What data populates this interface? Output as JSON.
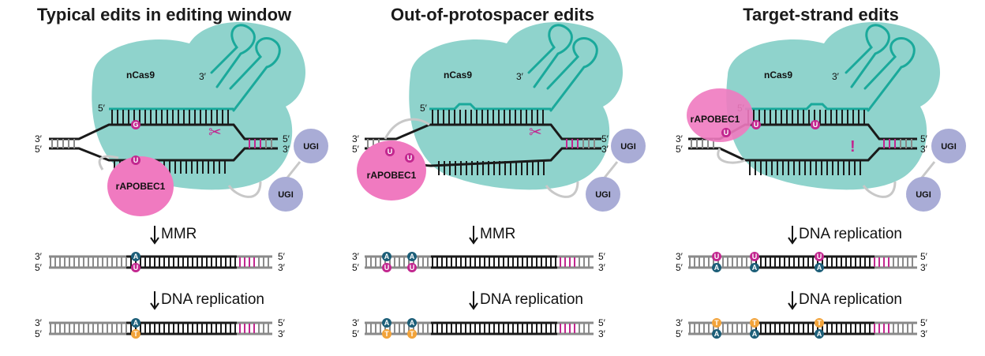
{
  "colors": {
    "cas9": "#8fd3cc",
    "rna": "#1aa99b",
    "apobec": "#f07ac0",
    "ugi": "#a9acd6",
    "magenta": "#c2278f",
    "teal_base": "#1c5e78",
    "orange_base": "#f2a33a",
    "strand_dark": "#1a1a1a",
    "strand_gray": "#8a8a8a"
  },
  "panels": [
    {
      "title": "Typical edits in editing window",
      "cas9_label": "nCas9",
      "apobec_label": "rAPOBEC1",
      "ugi_label": "UGI",
      "rna_5prime": "5′",
      "rna_3prime": "3′",
      "dna_ends": {
        "left_top": "3′",
        "left_bottom": "5′",
        "right_top": "5′",
        "right_bottom": "3′"
      },
      "base_G": "G",
      "base_U": "U",
      "step1_label": "MMR",
      "step2_label": "DNA replication",
      "row1": {
        "top": [
          "A"
        ],
        "bottom": [
          "U"
        ]
      },
      "row2": {
        "top": [
          "A"
        ],
        "bottom": [
          "T"
        ]
      }
    },
    {
      "title": "Out-of-protospacer edits",
      "cas9_label": "nCas9",
      "apobec_label": "rAPOBEC1",
      "ugi_label": "UGI",
      "rna_5prime": "5′",
      "rna_3prime": "3′",
      "dna_ends": {
        "left_top": "3′",
        "left_bottom": "5′",
        "right_top": "5′",
        "right_bottom": "3′"
      },
      "base_U": "U",
      "step1_label": "MMR",
      "step2_label": "DNA replication",
      "row1": {
        "top": [
          "A",
          "A"
        ],
        "bottom": [
          "U",
          "U"
        ]
      },
      "row2": {
        "top": [
          "A",
          "A"
        ],
        "bottom": [
          "T",
          "T"
        ]
      }
    },
    {
      "title": "Target-strand edits",
      "cas9_label": "nCas9",
      "apobec_label": "rAPOBEC1",
      "ugi_label": "UGI",
      "rna_5prime": "5′",
      "rna_3prime": "3′",
      "dna_ends": {
        "left_top": "3′",
        "left_bottom": "5′",
        "right_top": "5′",
        "right_bottom": "3′"
      },
      "base_U": "U",
      "step1_label": "DNA replication",
      "step2_label": "DNA replication",
      "row1": {
        "top": [
          "U",
          "U",
          "U"
        ],
        "bottom": [
          "A",
          "A",
          "A"
        ]
      },
      "row2": {
        "top": [
          "T",
          "T",
          "T"
        ],
        "bottom": [
          "A",
          "A",
          "A"
        ]
      }
    }
  ]
}
